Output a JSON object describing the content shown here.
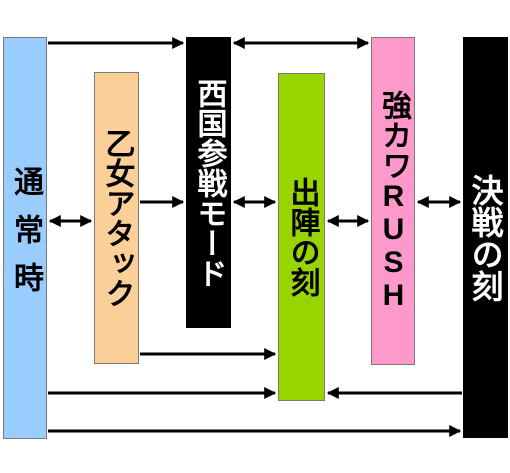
{
  "boxes": {
    "tsujo": {
      "label": "通常時",
      "color": "#99ccff"
    },
    "otome": {
      "label": "乙女アタック",
      "color": "#fbcf98"
    },
    "seigoku": {
      "label": "西国参戦モード",
      "color": "#000000"
    },
    "shutsujin": {
      "label": "出陣の刻",
      "color": "#99d400"
    },
    "kyoka": {
      "label": "強カワRUSH",
      "color": "#ff99cc"
    },
    "kessen": {
      "label": "決戦の刻",
      "color": "#000000"
    }
  },
  "arrow_color": "#000000"
}
